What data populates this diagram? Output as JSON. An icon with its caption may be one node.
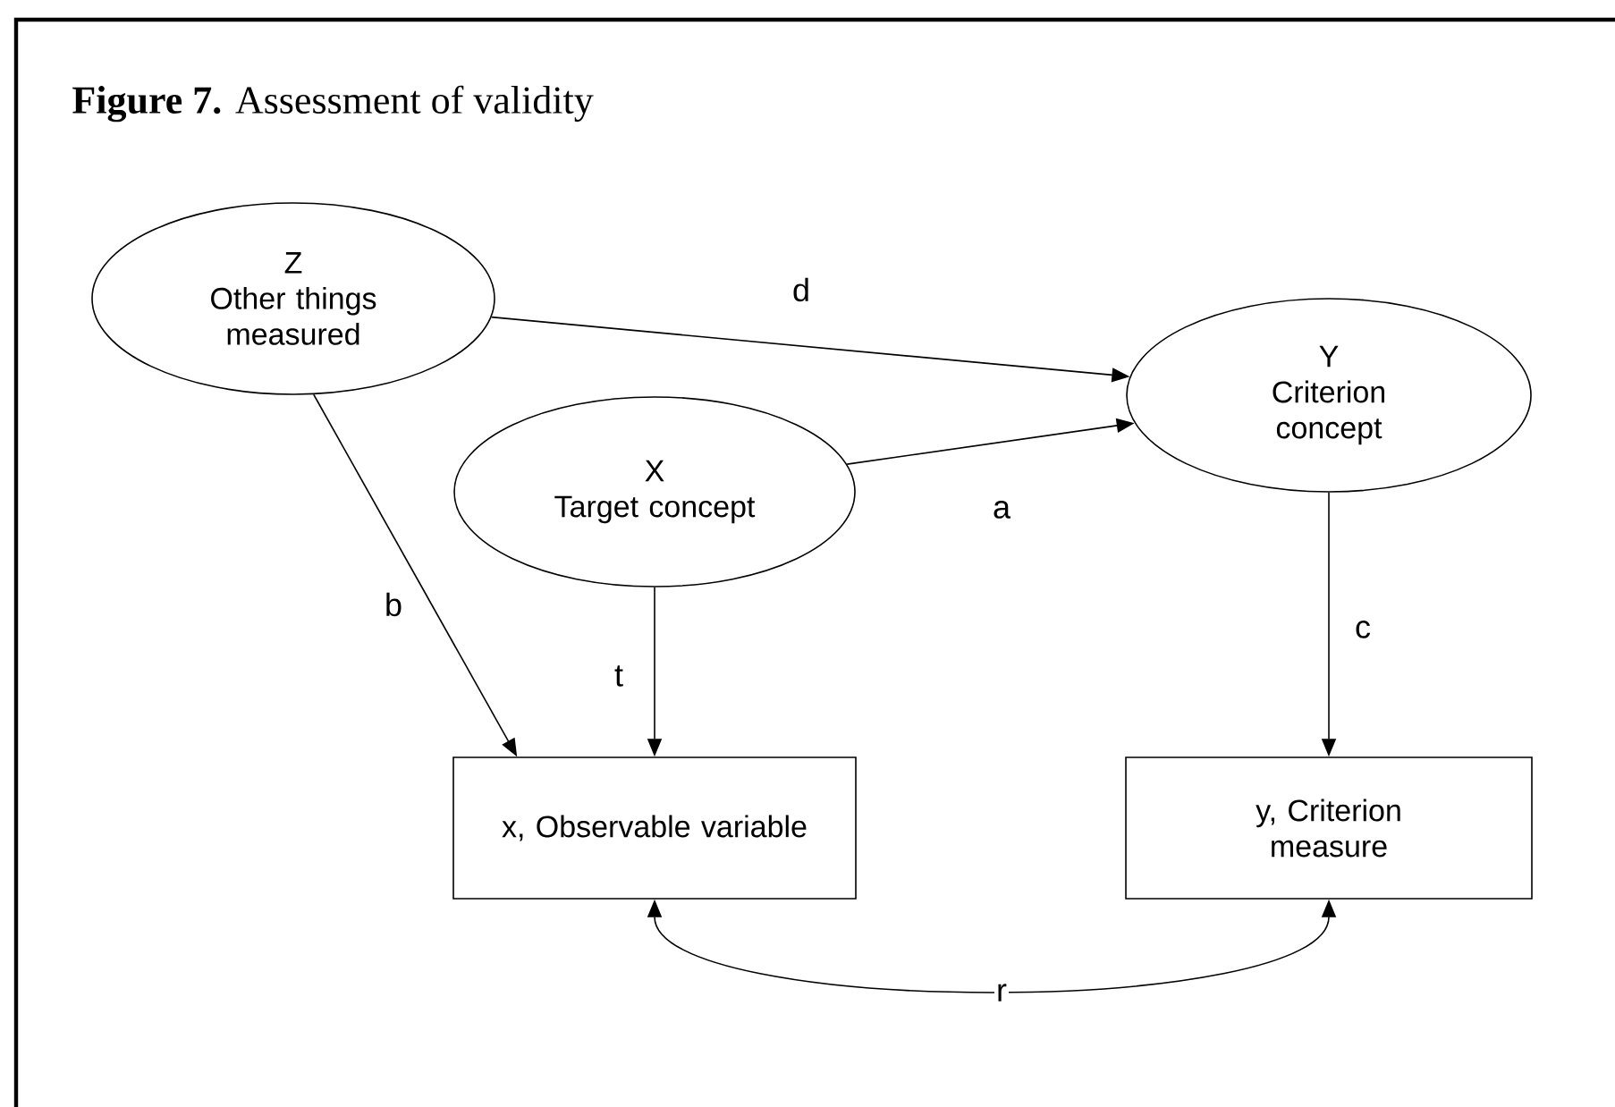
{
  "diagram": {
    "title": "**Figure 7.** Assessment of validity",
    "nodes": [
      {
        "text": [
          "Z",
          "Other things measured"
        ]
      },
      {
        "text": [
          "Y",
          "Criterion concept"
        ]
      },
      {
        "text": [
          "X",
          "Target concept"
        ]
      },
      {
        "text": [
          "x, Observable variable"
        ]
      },
      {
        "text": [
          "y, Criterion measure"
        ]
      }
    ],
    "edges": [
      {
        "from": 0,
        "to": 1,
        "arrow": "to",
        "label": "d"
      },
      {
        "from": 2,
        "to": 1,
        "arrow": "to",
        "label": "a"
      },
      {
        "from": 0,
        "to": 3,
        "arrow": "to",
        "label": "b"
      },
      {
        "from": 2,
        "to": 3,
        "arrow": "to",
        "label": "t"
      },
      {
        "from": 1,
        "to": 4,
        "arrow": "to",
        "label": "c"
      },
      {
        "from": 3,
        "to": 4,
        "arrow": "both",
        "label": "r"
      }
    ]
  }
}
